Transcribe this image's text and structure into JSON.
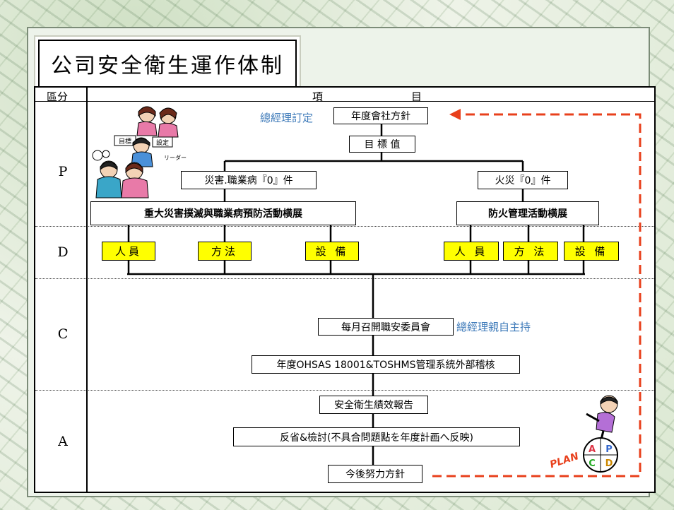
{
  "title": "公司安全衛生運作体制",
  "table": {
    "header_left": "區分",
    "header_right_1": "項",
    "header_right_2": "目",
    "rows": [
      "P",
      "D",
      "C",
      "A"
    ]
  },
  "plan": {
    "note": "總經理訂定",
    "policy": "年度會社方針",
    "target": "目 標 值",
    "goal_left": "災害.職業病『0』件",
    "goal_right": "火災『0』件",
    "activity_left": "重大災害撲滅與職業病預防活動横展",
    "activity_right": "防火管理活動横展"
  },
  "do": {
    "items": [
      "人員",
      "方法",
      "設 備",
      "人 員",
      "方 法",
      "設 備"
    ]
  },
  "check": {
    "meeting": "每月召開職安委員會",
    "meeting_note": "總經理親自主持",
    "audit": "年度OHSAS 18001&TOSHMS管理系統外部稽核"
  },
  "act": {
    "report": "安全衛生績效報告",
    "review": "反省&檢討(不具合問題點を年度計画へ反映)",
    "future": "今後努力方針"
  },
  "illustration_labels": {
    "sign_left": "目標",
    "sign_right": "設定",
    "speech": "リーダー",
    "wheel_letters": [
      "A",
      "P",
      "C",
      "D"
    ],
    "wheel_word": "PLAN"
  },
  "colors": {
    "loop_arrow": "#e8401c",
    "note_text": "#3b78b8",
    "highlight": "#ffff00"
  }
}
